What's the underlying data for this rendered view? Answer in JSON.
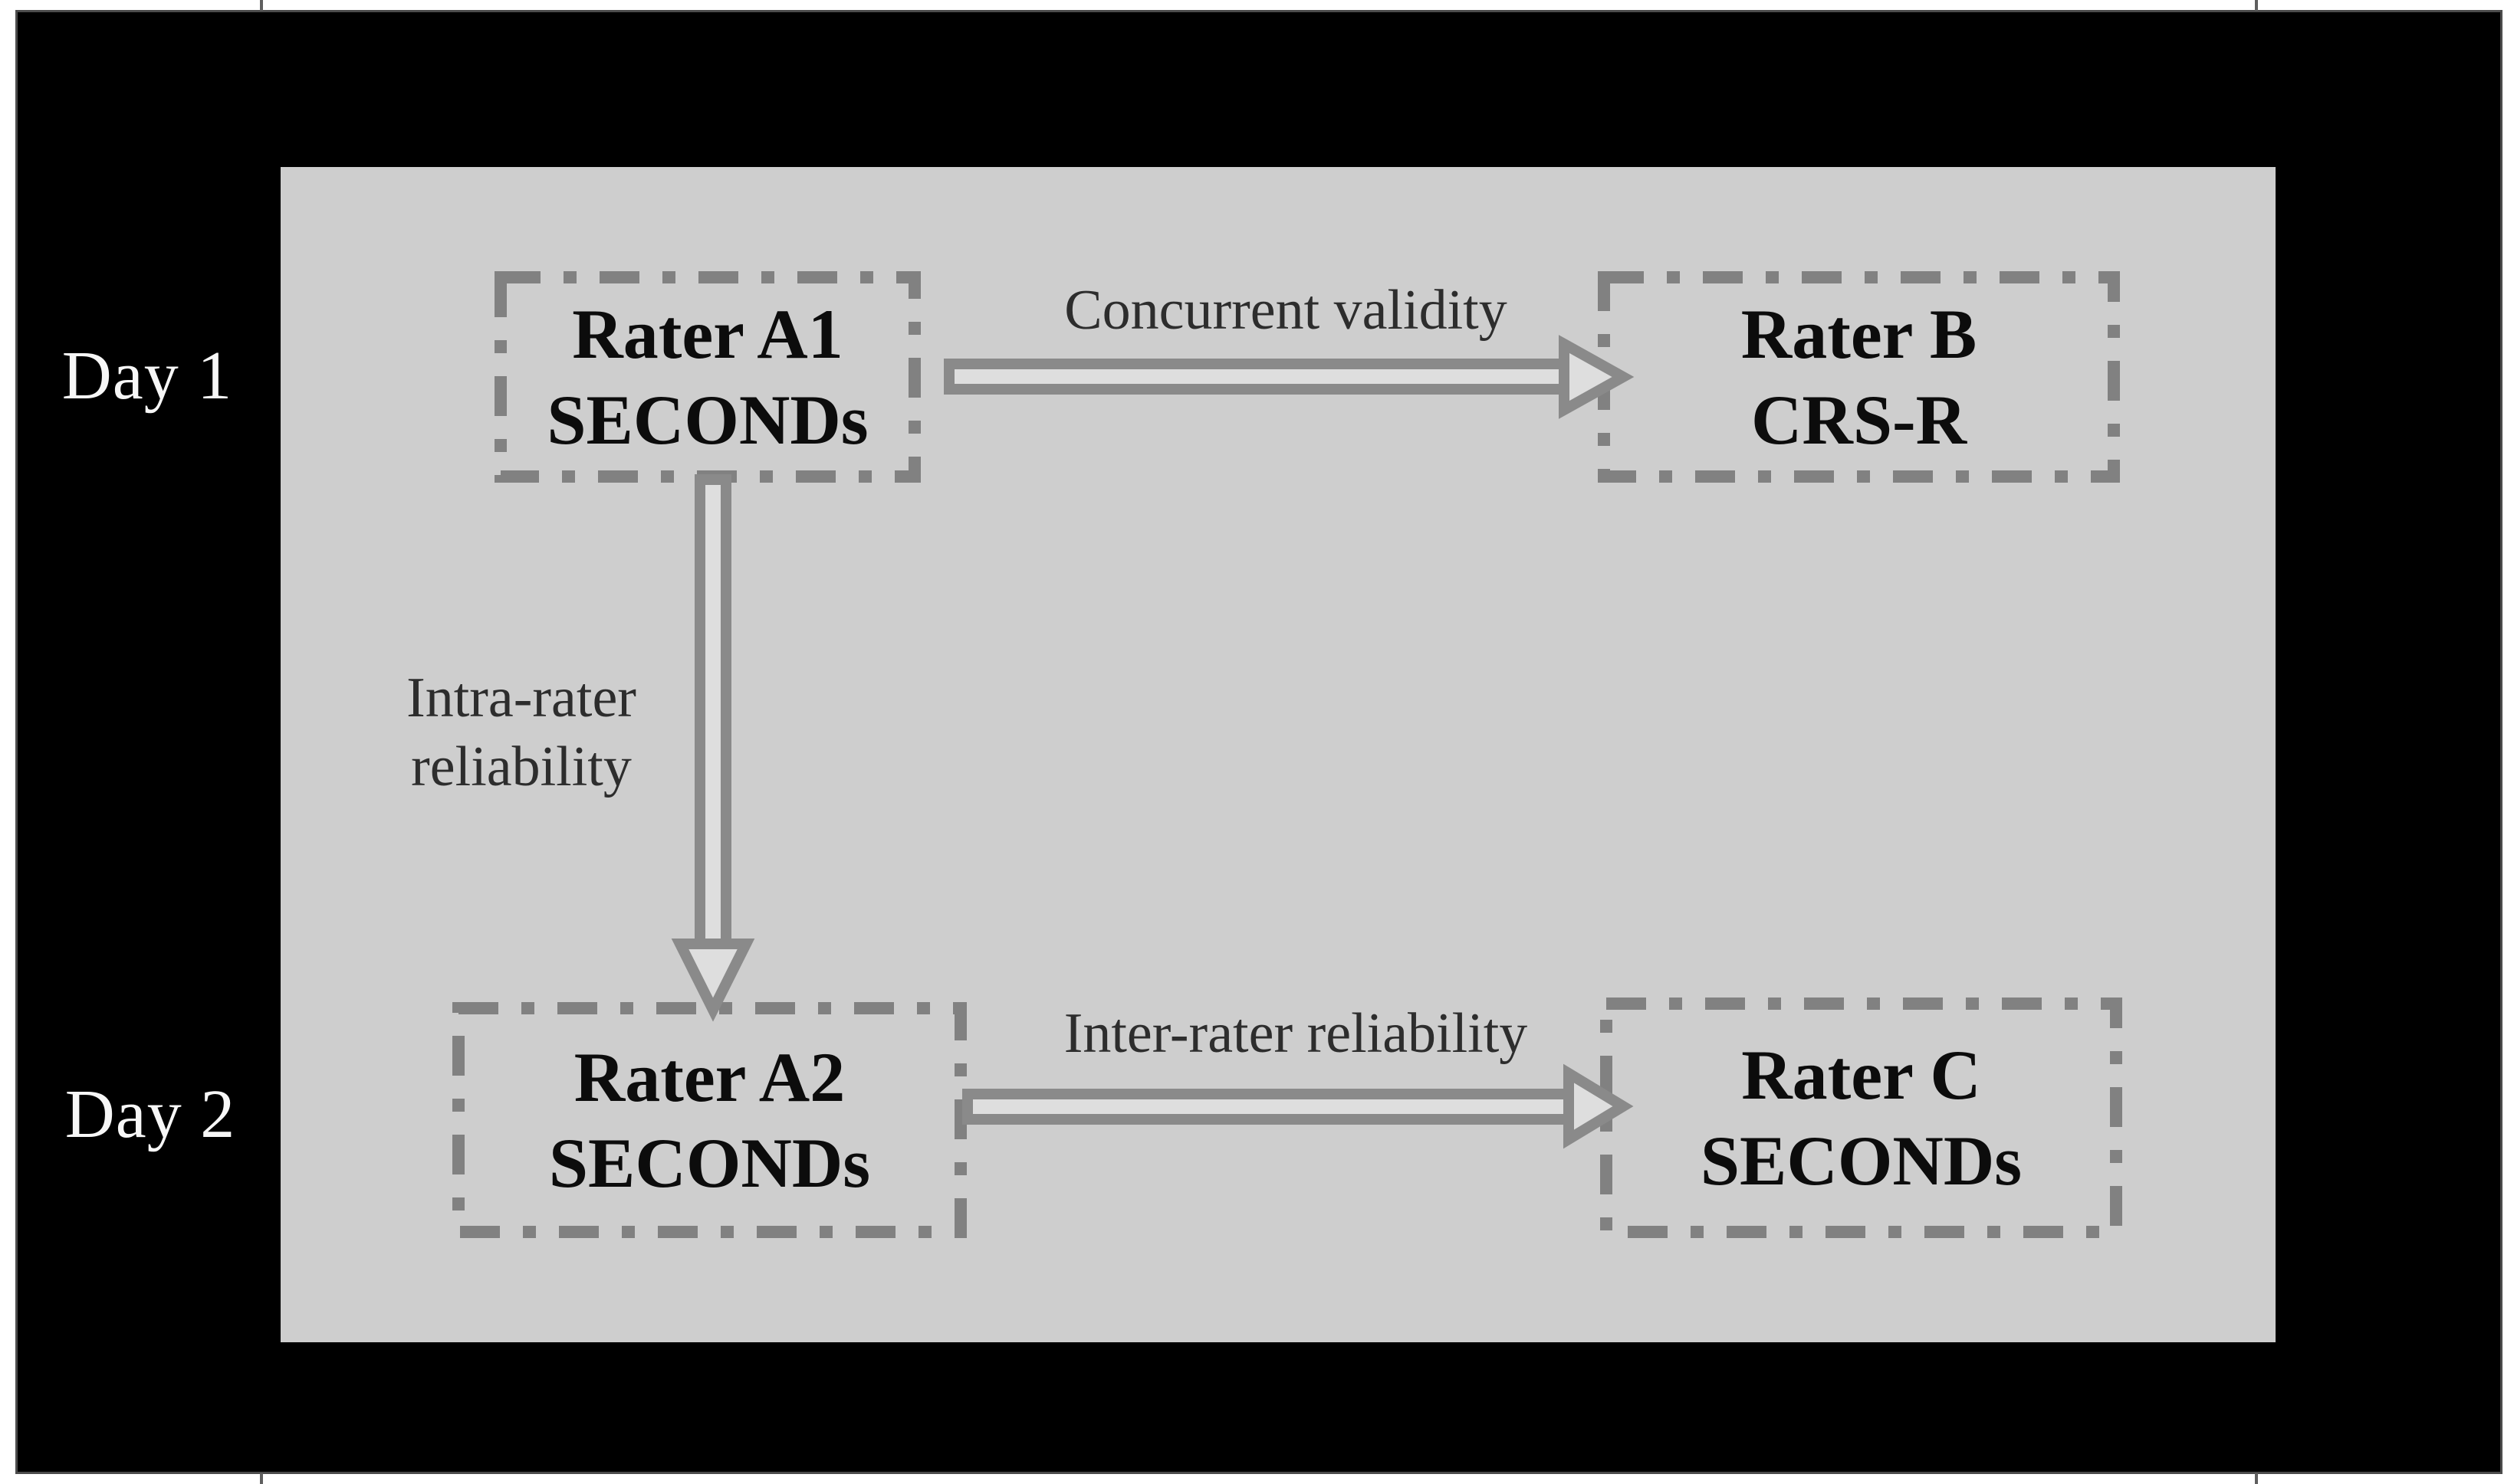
{
  "figure": {
    "day1_label": "Day 1",
    "day2_label": "Day 2",
    "boxes": {
      "rater_a1": {
        "line1": "Rater A1",
        "line2": "SECONDs"
      },
      "rater_b": {
        "line1": "Rater B",
        "line2": "CRS-R"
      },
      "rater_a2": {
        "line1": "Rater A2",
        "line2": "SECONDs"
      },
      "rater_c": {
        "line1": "Rater C",
        "line2": "SECONDs"
      }
    },
    "arrow_labels": {
      "concurrent_validity": "Concurrent validity",
      "intra_rater_line1": "Intra-rater",
      "intra_rater_line2": "reliability",
      "inter_rater": "Inter-rater reliability"
    },
    "colors": {
      "page_background": "#ffffff",
      "frame_background": "#000000",
      "panel_background": "#cecece",
      "box_border": "#818181",
      "arrow_stroke": "#8a8a8a",
      "arrow_inner": "#dedede",
      "box_text": "#0c0c0c",
      "label_text": "#2d2d2d",
      "day_label_text": "#f7f7f7"
    }
  }
}
